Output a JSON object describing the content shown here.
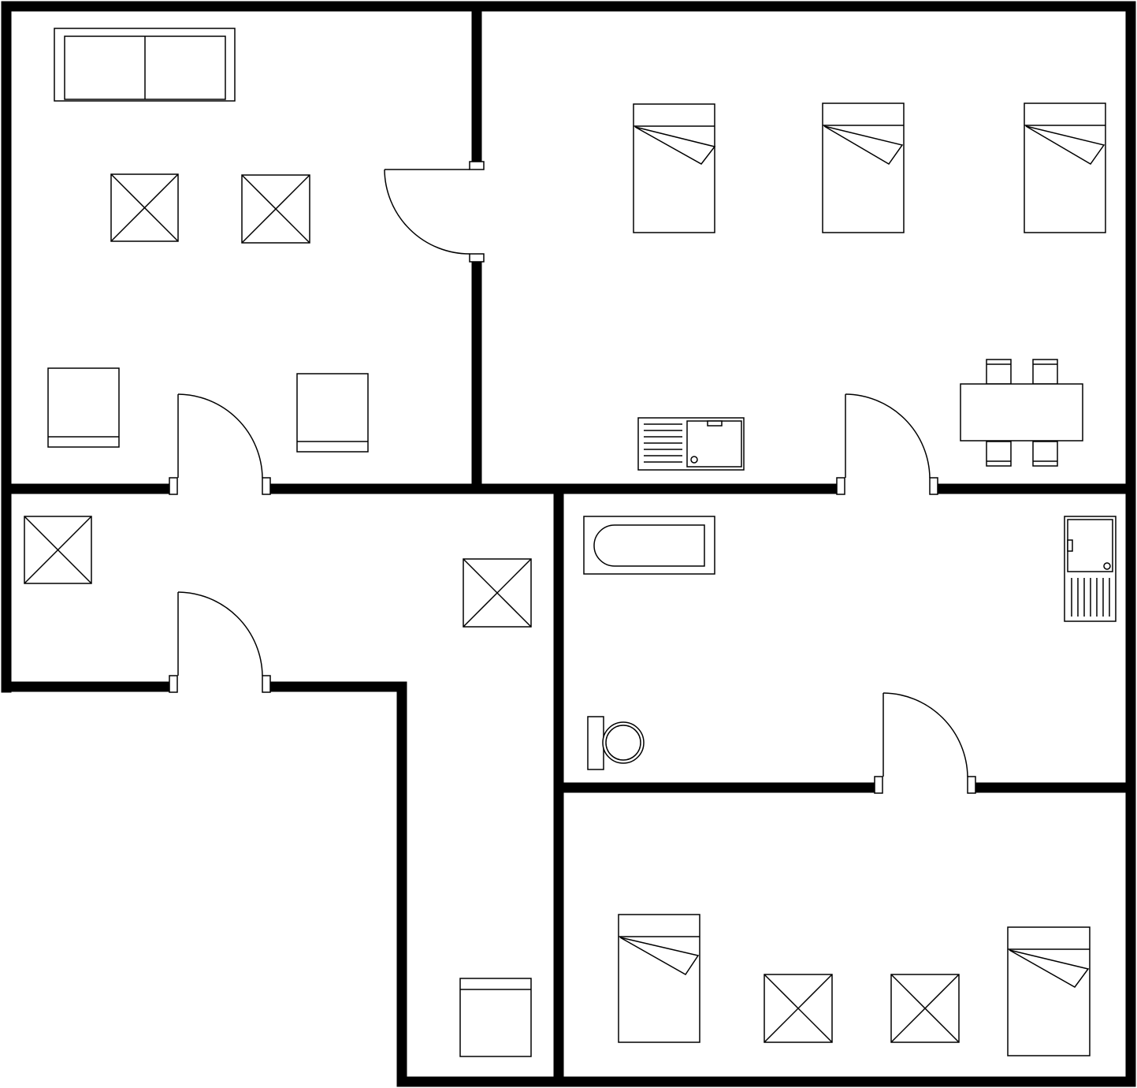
{
  "colors": {
    "wall": "#000000",
    "line": "#000000",
    "background": "#ffffff"
  },
  "rooms": [
    {
      "id": "top-left-room",
      "furniture": [
        "sofa",
        "armchair",
        "armchair",
        "cabinet",
        "cabinet"
      ]
    },
    {
      "id": "top-right-room",
      "furniture": [
        "single-bed",
        "single-bed",
        "single-bed",
        "kitchen-sink",
        "dining-table",
        "chair",
        "chair",
        "chair",
        "chair"
      ]
    },
    {
      "id": "middle-left-hall",
      "furniture": [
        "armchair",
        "armchair"
      ]
    },
    {
      "id": "bathroom",
      "furniture": [
        "bathtub",
        "sink",
        "toilet"
      ]
    },
    {
      "id": "bottom-right-bedroom",
      "furniture": [
        "single-bed",
        "single-bed",
        "armchair",
        "armchair"
      ]
    },
    {
      "id": "corridor",
      "furniture": [
        "cabinet"
      ]
    }
  ],
  "doors": 5,
  "icons": [
    "sofa-icon",
    "armchair-icon",
    "cabinet-icon",
    "bed-icon",
    "sink-icon",
    "table-icon",
    "chair-icon",
    "bathtub-icon",
    "toilet-icon",
    "door-icon"
  ]
}
